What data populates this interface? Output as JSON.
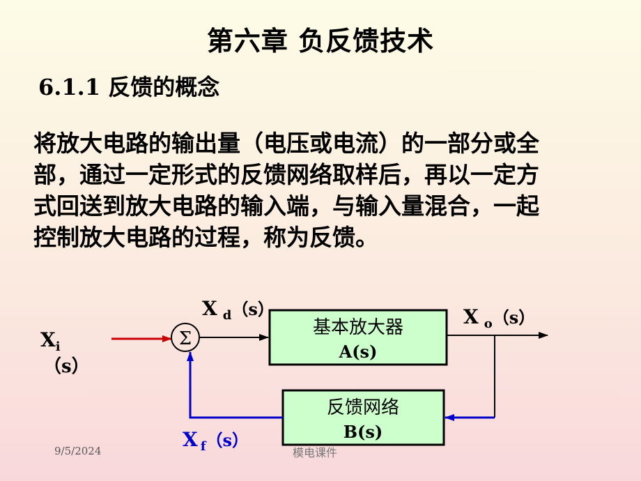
{
  "slide": {
    "title": "第六章 负反馈技术",
    "section": "6.1.1 反馈的概念",
    "paragraph_lines": [
      "将放大电路的输出量（电压或电流）的一部分或全",
      "部，通过一定形式的反馈网络取样后，再以一定方",
      "式回送到放大电路的输入端，与输入量混合，一起",
      "控制放大电路的过程，称为反馈。"
    ]
  },
  "diagram": {
    "amp_label": "基本放大器",
    "amp_sub": "A(s)",
    "fb_label": "反馈网络",
    "fb_sub": "B(s)",
    "sum_symbol": "Σ",
    "xi_main": "X",
    "xi_sub": "i",
    "xi_arg": "（s）",
    "xd_main": "X",
    "xd_sub": "d",
    "xd_arg": "（s）",
    "xo_main": "X",
    "xo_sub": "o",
    "xo_arg": "（s）",
    "xf_main": "X",
    "xf_sub": "f",
    "xf_arg": "（s）"
  },
  "footer": {
    "date": "9/5/2024",
    "label": "模电课件"
  },
  "colors": {
    "box_fill": "#ccffcc",
    "input_arrow": "#cc0000",
    "feedback_arrow": "#0000cc",
    "xf_text": "#0000cc"
  }
}
